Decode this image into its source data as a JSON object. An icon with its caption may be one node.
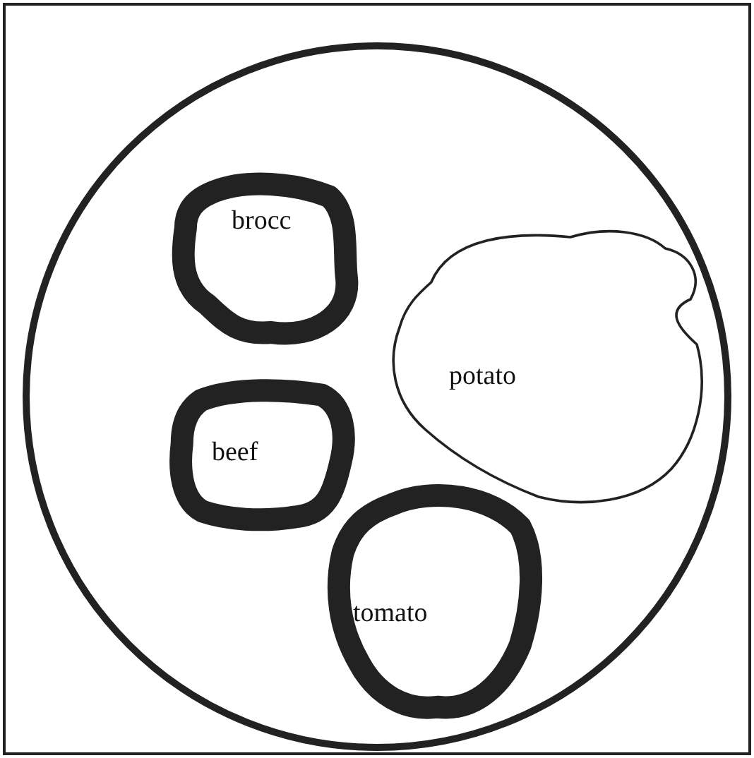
{
  "diagram": {
    "nodes": [
      {
        "text": [],
        "shape": "circle"
      },
      {
        "text": [
          "brocc"
        ],
        "in": 0
      },
      {
        "text": [
          "potato"
        ],
        "in": 0
      },
      {
        "text": [
          "beef"
        ],
        "in": 0
      },
      {
        "text": [
          "tomato"
        ],
        "in": 0
      }
    ]
  }
}
